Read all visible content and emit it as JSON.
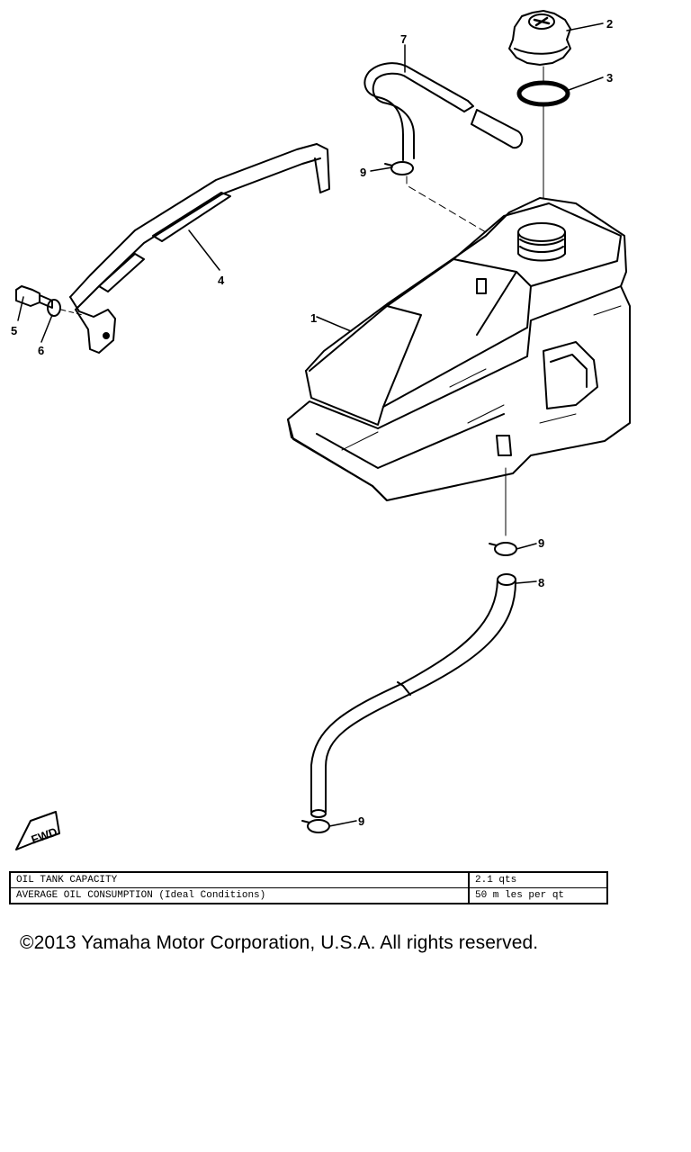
{
  "callouts": {
    "n1": "1",
    "n2": "2",
    "n3": "3",
    "n4": "4",
    "n5": "5",
    "n6": "6",
    "n7": "7",
    "n8": "8",
    "n9": "9"
  },
  "fwd": "FWD",
  "spec_table": {
    "rows": [
      {
        "label": "OIL TANK CAPACITY",
        "value": "2.1 qts"
      },
      {
        "label": "AVERAGE OIL CONSUMPTION (Ideal Conditions)",
        "value": "50 m les per qt"
      }
    ]
  },
  "copyright": "©2013 Yamaha Motor Corporation, U.S.A. All rights reserved."
}
